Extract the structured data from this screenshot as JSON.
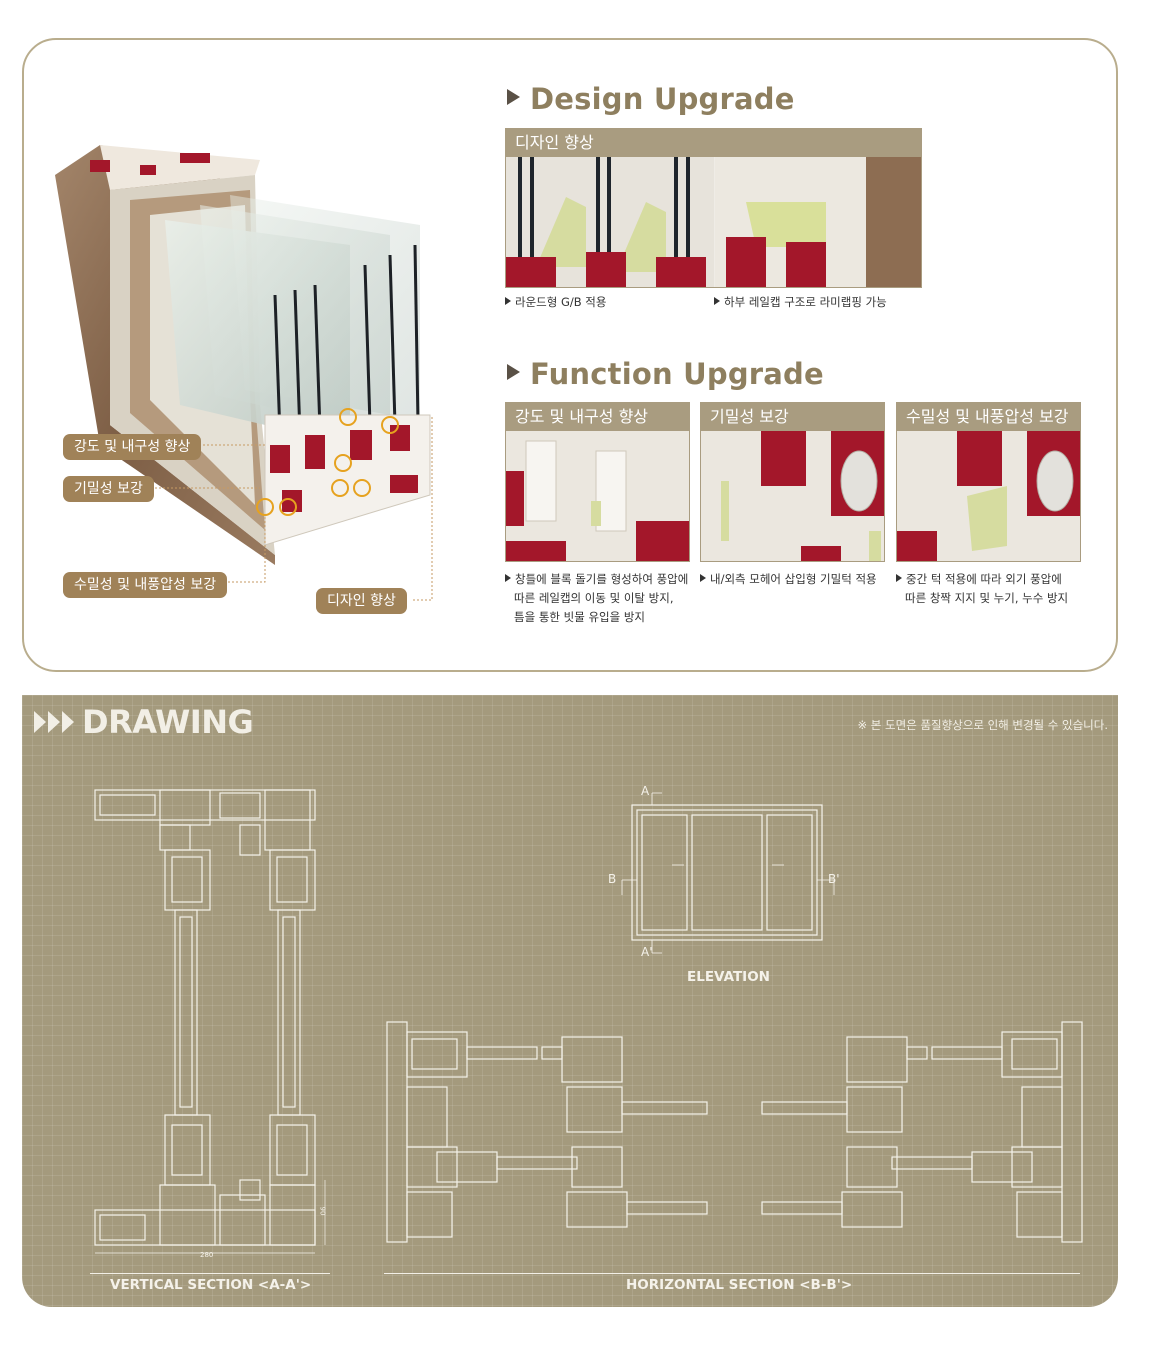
{
  "design_upgrade": {
    "title": "Design Upgrade",
    "panel_header": "디자인 향상",
    "captions": [
      "라운드형 G/B 적용",
      "하부 레일캡 구조로 라미랩핑 가능"
    ]
  },
  "function_upgrade": {
    "title": "Function Upgrade",
    "panels": [
      {
        "header": "강도 및 내구성 향상",
        "caption_lines": [
          "창틀에 블록 돌기를 형성하여 풍압에",
          "따른 레일캡의 이동 및 이탈 방지,",
          "틈을 통한 빗물 유입을 방지"
        ]
      },
      {
        "header": "기밀성 보강",
        "caption_lines": [
          "내/외측 모헤어 삽입형 기밀턱 적용"
        ]
      },
      {
        "header": "수밀성 및 내풍압성 보강",
        "caption_lines": [
          "중간 턱 적용에 따라 외기 풍압에",
          "따른 창짝 지지 및 누기, 누수 방지"
        ]
      }
    ]
  },
  "callouts": [
    "강도 및 내구성 향상",
    "기밀성 보강",
    "수밀성 및 내풍압성 보강",
    "디자인 향상"
  ],
  "drawing": {
    "title": "DRAWING",
    "note": "※ 본 도면은 품질향상으로 인해 변경될 수 있습니다.",
    "elevation_label": "ELEVATION",
    "elevation_marks": {
      "a": "A",
      "a2": "A'",
      "b": "B",
      "b2": "B'"
    },
    "vertical_label": "VERTICAL SECTION <A-A'>",
    "horizontal_label": "HORIZONTAL SECTION <B-B'>",
    "dim_width": "280",
    "dim_height": "90"
  },
  "colors": {
    "accent": "#a99c80",
    "title": "#8e7f5f",
    "callout": "#a08258",
    "drawing_bg": "#a49a7d",
    "frame_red": "#a3172a",
    "wood": "#8a6a4e"
  }
}
